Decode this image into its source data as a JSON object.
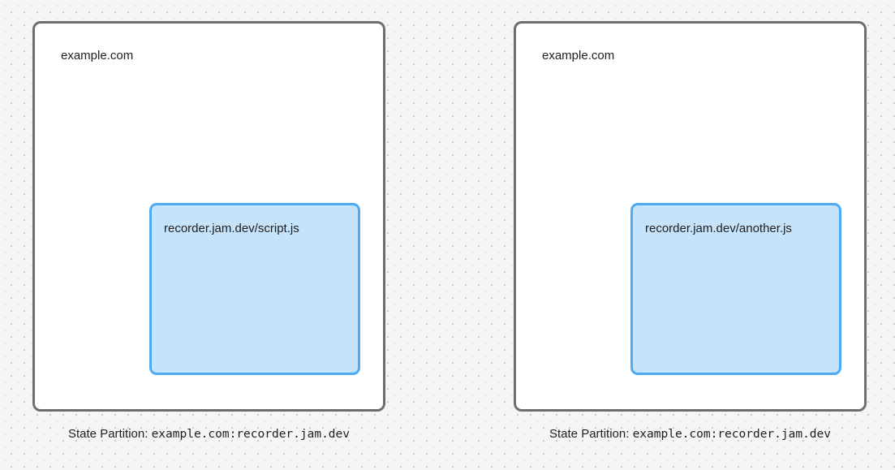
{
  "diagram": {
    "background_color": "#f5f5f6",
    "dot_color": "#c7c7c9",
    "browser_border_color": "#6e6e6e",
    "iframe_border_color": "#4dabf5",
    "iframe_fill_color": "#c5e3fb"
  },
  "panels": [
    {
      "site_label": "example.com",
      "iframe_label": "recorder.jam.dev/script.js",
      "caption_prefix": "State Partition: ",
      "caption_value": "example.com:recorder.jam.dev"
    },
    {
      "site_label": "example.com",
      "iframe_label": "recorder.jam.dev/another.js",
      "caption_prefix": "State Partition: ",
      "caption_value": "example.com:recorder.jam.dev"
    }
  ]
}
